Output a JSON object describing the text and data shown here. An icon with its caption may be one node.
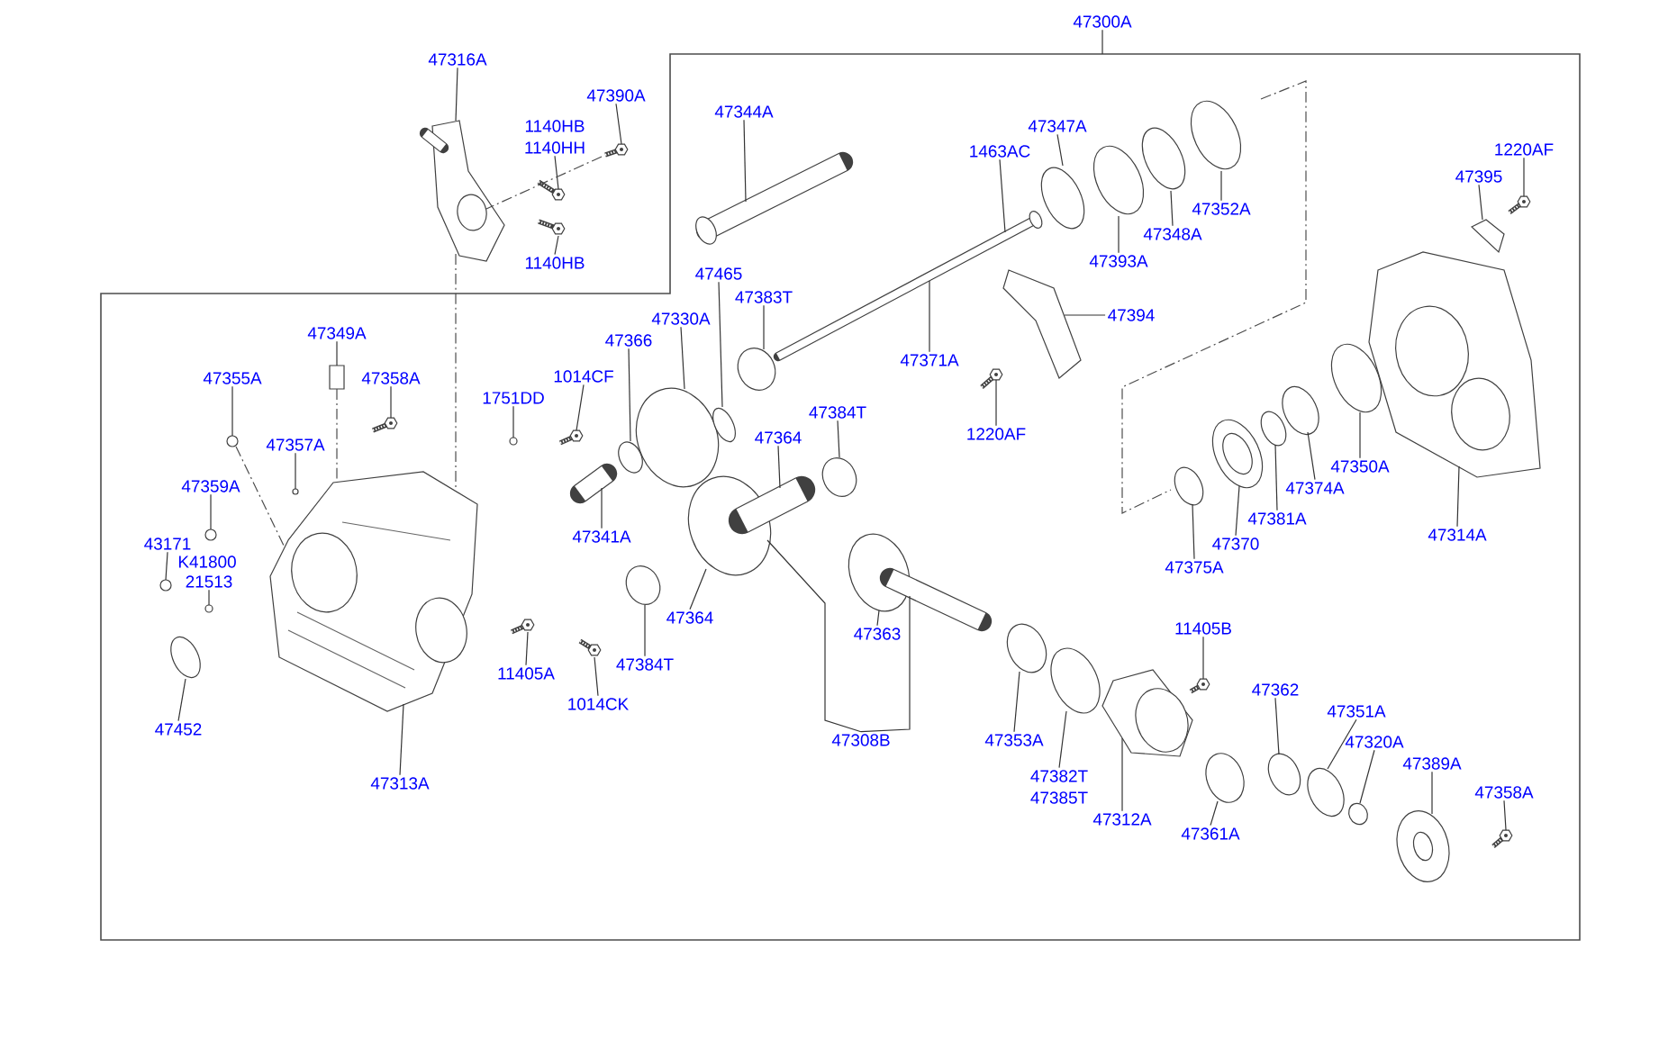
{
  "diagram": {
    "nodes": [
      {
        "text": [
          "47300A"
        ]
      },
      {
        "text": [
          "47316A"
        ]
      },
      {
        "text": [
          "47390A"
        ]
      },
      {
        "text": [
          "1140HB"
        ]
      },
      {
        "text": [
          "1140HH"
        ]
      },
      {
        "text": [
          "1140HB"
        ]
      },
      {
        "text": [
          "47344A"
        ]
      },
      {
        "text": [
          "47347A"
        ]
      },
      {
        "text": [
          "1463AC"
        ]
      },
      {
        "text": [
          "47352A"
        ]
      },
      {
        "text": [
          "47348A"
        ]
      },
      {
        "text": [
          "47393A"
        ]
      },
      {
        "text": [
          "47394"
        ]
      },
      {
        "text": [
          "47371A"
        ]
      },
      {
        "text": [
          "1220AF"
        ]
      },
      {
        "text": [
          "1220AF"
        ]
      },
      {
        "text": [
          "47395"
        ]
      },
      {
        "text": [
          "47465"
        ]
      },
      {
        "text": [
          "47383T"
        ]
      },
      {
        "text": [
          "47330A"
        ]
      },
      {
        "text": [
          "47366"
        ]
      },
      {
        "text": [
          "1014CF"
        ]
      },
      {
        "text": [
          "1751DD"
        ]
      },
      {
        "text": [
          "47349A"
        ]
      },
      {
        "text": [
          "47355A"
        ]
      },
      {
        "text": [
          "47358A"
        ]
      },
      {
        "text": [
          "47357A"
        ]
      },
      {
        "text": [
          "47359A"
        ]
      },
      {
        "text": [
          "43171"
        ]
      },
      {
        "text": [
          "K41800"
        ]
      },
      {
        "text": [
          "21513"
        ]
      },
      {
        "text": [
          "47452"
        ]
      },
      {
        "text": [
          "47313A"
        ]
      },
      {
        "text": [
          "47341A"
        ]
      },
      {
        "text": [
          "47364"
        ]
      },
      {
        "text": [
          "47384T"
        ]
      },
      {
        "text": [
          "47364"
        ]
      },
      {
        "text": [
          "47384T"
        ]
      },
      {
        "text": [
          "11405A"
        ]
      },
      {
        "text": [
          "1014CK"
        ]
      },
      {
        "text": [
          "47363"
        ]
      },
      {
        "text": [
          "47308B"
        ]
      },
      {
        "text": [
          "47353A"
        ]
      },
      {
        "text": [
          "47382T"
        ]
      },
      {
        "text": [
          "47385T"
        ]
      },
      {
        "text": [
          "47312A"
        ]
      },
      {
        "text": [
          "47361A"
        ]
      },
      {
        "text": [
          "11405B"
        ]
      },
      {
        "text": [
          "47362"
        ]
      },
      {
        "text": [
          "47351A"
        ]
      },
      {
        "text": [
          "47320A"
        ]
      },
      {
        "text": [
          "47389A"
        ]
      },
      {
        "text": [
          "47358A"
        ]
      },
      {
        "text": [
          "47370"
        ]
      },
      {
        "text": [
          "47375A"
        ]
      },
      {
        "text": [
          "47381A"
        ]
      },
      {
        "text": [
          "47374A"
        ]
      },
      {
        "text": [
          "47350A"
        ]
      },
      {
        "text": [
          "47314A"
        ]
      },
      {
        "text": [],
        "shape": "circle"
      },
      {
        "text": [],
        "shape": "circle"
      },
      {
        "text": [],
        "shape": "circle"
      },
      {
        "text": [],
        "shape": "circle"
      },
      {
        "text": [],
        "shape": "circle"
      },
      {
        "text": [],
        "shape": "circle"
      },
      {
        "text": [],
        "shape": "picture"
      },
      {
        "text": [],
        "shape": "box"
      },
      {
        "text": [],
        "shape": "picture"
      },
      {
        "text": [],
        "shape": "picture"
      },
      {
        "text": [],
        "shape": "circle"
      },
      {
        "text": [],
        "shape": "picture"
      },
      {
        "text": [],
        "shape": "picture"
      },
      {
        "text": [],
        "shape": "picture"
      },
      {
        "text": [],
        "shape": "picture"
      },
      {
        "text": [],
        "shape": "picture"
      },
      {
        "text": [],
        "shape": "picture"
      },
      {
        "text": [],
        "shape": "picture"
      },
      {
        "text": [],
        "shape": "circle"
      },
      {
        "text": [],
        "shape": "circle"
      },
      {
        "text": [],
        "shape": "circle"
      },
      {
        "text": [],
        "shape": "circle"
      },
      {
        "text": [],
        "shape": "circle"
      },
      {
        "text": [],
        "shape": "picture"
      },
      {
        "text": [],
        "shape": "circle"
      },
      {
        "text": [],
        "shape": "picture"
      },
      {
        "text": [],
        "shape": "circle"
      },
      {
        "text": [],
        "shape": "picture"
      },
      {
        "text": [],
        "shape": "picture"
      },
      {
        "text": [],
        "shape": "picture"
      },
      {
        "text": [],
        "shape": "circle"
      },
      {
        "text": [],
        "shape": "picture"
      },
      {
        "text": [],
        "shape": "circle"
      },
      {
        "text": [],
        "shape": "circle"
      },
      {
        "text": [],
        "shape": "circle"
      },
      {
        "text": [],
        "shape": "picture"
      },
      {
        "text": [],
        "shape": "circle"
      },
      {
        "text": [],
        "shape": "circle"
      },
      {
        "text": [],
        "shape": "picture"
      },
      {
        "text": [],
        "shape": "circle"
      },
      {
        "text": [],
        "shape": "circle"
      },
      {
        "text": [],
        "shape": "picture"
      },
      {
        "text": [],
        "shape": "circle"
      },
      {
        "text": [],
        "shape": "circle"
      },
      {
        "text": [],
        "shape": "circle"
      },
      {
        "text": [],
        "shape": "circle"
      },
      {
        "text": [],
        "shape": "circle"
      },
      {
        "text": [],
        "shape": "circle"
      },
      {
        "text": [],
        "shape": "picture"
      },
      {
        "text": [],
        "shape": "picture"
      },
      {
        "text": [],
        "shape": "picture"
      },
      {
        "text": [],
        "shape": "picture"
      },
      {
        "text": [],
        "shape": "picture"
      }
    ],
    "edges": [
      {
        "from": 0,
        "to": null,
        "arrow": "none"
      },
      {
        "from": 1,
        "to": 68,
        "arrow": "none"
      },
      {
        "from": 2,
        "to": 75,
        "arrow": "none"
      },
      {
        "from": 4,
        "to": 71,
        "arrow": "none"
      },
      {
        "from": 5,
        "to": 72,
        "arrow": "none"
      },
      {
        "from": 6,
        "to": 82,
        "arrow": "none"
      },
      {
        "from": 7,
        "to": 91,
        "arrow": "none"
      },
      {
        "from": 8,
        "to": 87,
        "arrow": "none"
      },
      {
        "from": 9,
        "to": 98,
        "arrow": "none"
      },
      {
        "from": 10,
        "to": 95,
        "arrow": "none"
      },
      {
        "from": 11,
        "to": 93,
        "arrow": "none"
      },
      {
        "from": 12,
        "to": 90,
        "arrow": "none"
      },
      {
        "from": 13,
        "to": 87,
        "arrow": "none"
      },
      {
        "from": 14,
        "to": 88,
        "arrow": "none"
      },
      {
        "from": 15,
        "to": 111,
        "arrow": "none"
      },
      {
        "from": 16,
        "to": 109,
        "arrow": "none"
      },
      {
        "from": 17,
        "to": 81,
        "arrow": "none"
      },
      {
        "from": 18,
        "to": 83,
        "arrow": "none"
      },
      {
        "from": 19,
        "to": 78,
        "arrow": "none"
      },
      {
        "from": 20,
        "to": 77,
        "arrow": "none"
      },
      {
        "from": 21,
        "to": 73,
        "arrow": "none"
      },
      {
        "from": 22,
        "to": 69,
        "arrow": "none"
      },
      {
        "from": 23,
        "to": 66,
        "arrow": "none"
      },
      {
        "from": 24,
        "to": 63,
        "arrow": "none"
      },
      {
        "from": 25,
        "to": 67,
        "arrow": "none"
      },
      {
        "from": 26,
        "to": 64,
        "arrow": "none"
      },
      {
        "from": 27,
        "to": 62,
        "arrow": "none"
      },
      {
        "from": 28,
        "to": 60,
        "arrow": "none"
      },
      {
        "from": 30,
        "to": 61,
        "arrow": "none"
      },
      {
        "from": 31,
        "to": 59,
        "arrow": "none"
      },
      {
        "from": 32,
        "to": 65,
        "arrow": "none"
      },
      {
        "from": 33,
        "to": 76,
        "arrow": "none"
      },
      {
        "from": 34,
        "to": 84,
        "arrow": "none"
      },
      {
        "from": 35,
        "to": 85,
        "arrow": "none"
      },
      {
        "from": 36,
        "to": 80,
        "arrow": "none"
      },
      {
        "from": 37,
        "to": 79,
        "arrow": "none"
      },
      {
        "from": 38,
        "to": 70,
        "arrow": "none"
      },
      {
        "from": 39,
        "to": 74,
        "arrow": "none"
      },
      {
        "from": 40,
        "to": 86,
        "arrow": "none"
      },
      {
        "from": 41,
        "to": 80,
        "arrow": "none"
      },
      {
        "from": 41,
        "to": 86,
        "arrow": "none"
      },
      {
        "from": 42,
        "to": 89,
        "arrow": "none"
      },
      {
        "from": 43,
        "to": 92,
        "arrow": "none"
      },
      {
        "from": 45,
        "to": 94,
        "arrow": "none"
      },
      {
        "from": 46,
        "to": 99,
        "arrow": "none"
      },
      {
        "from": 47,
        "to": 97,
        "arrow": "none"
      },
      {
        "from": 48,
        "to": 102,
        "arrow": "none"
      },
      {
        "from": 49,
        "to": 104,
        "arrow": "none"
      },
      {
        "from": 50,
        "to": 106,
        "arrow": "none"
      },
      {
        "from": 51,
        "to": 107,
        "arrow": "none"
      },
      {
        "from": 52,
        "to": 110,
        "arrow": "none"
      },
      {
        "from": 53,
        "to": 100,
        "arrow": "none"
      },
      {
        "from": 54,
        "to": 96,
        "arrow": "none"
      },
      {
        "from": 55,
        "to": 101,
        "arrow": "none"
      },
      {
        "from": 56,
        "to": 103,
        "arrow": "none"
      },
      {
        "from": 57,
        "to": 105,
        "arrow": "none"
      },
      {
        "from": 58,
        "to": 108,
        "arrow": "none"
      },
      {
        "from": 68,
        "to": 65,
        "arrow": "none",
        "style": "dashed"
      },
      {
        "from": 75,
        "to": 68,
        "arrow": "none",
        "style": "dashed"
      },
      {
        "from": 66,
        "to": 65,
        "arrow": "none",
        "style": "dashed"
      },
      {
        "from": 63,
        "to": 65,
        "arrow": "none",
        "style": "dashed"
      }
    ]
  }
}
